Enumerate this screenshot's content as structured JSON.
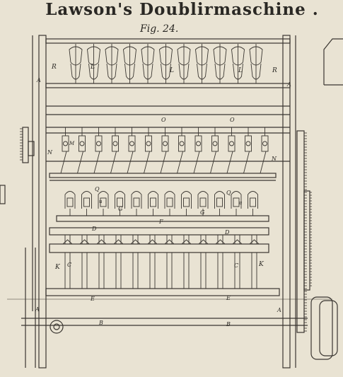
{
  "title": "Lawson's Doublirmaschine .",
  "figure": "Fig. 24.",
  "labels": {
    "A": "A",
    "B": "B",
    "C": "C",
    "D": "D",
    "E": "E",
    "F": "F",
    "G": "G",
    "K": "K",
    "L": "L",
    "M": "M",
    "N": "N",
    "O": "O",
    "Q": "Q",
    "R": "R",
    "u": "u"
  },
  "colors": {
    "paper": "#e9e3d3",
    "ink": "#3a3631"
  }
}
